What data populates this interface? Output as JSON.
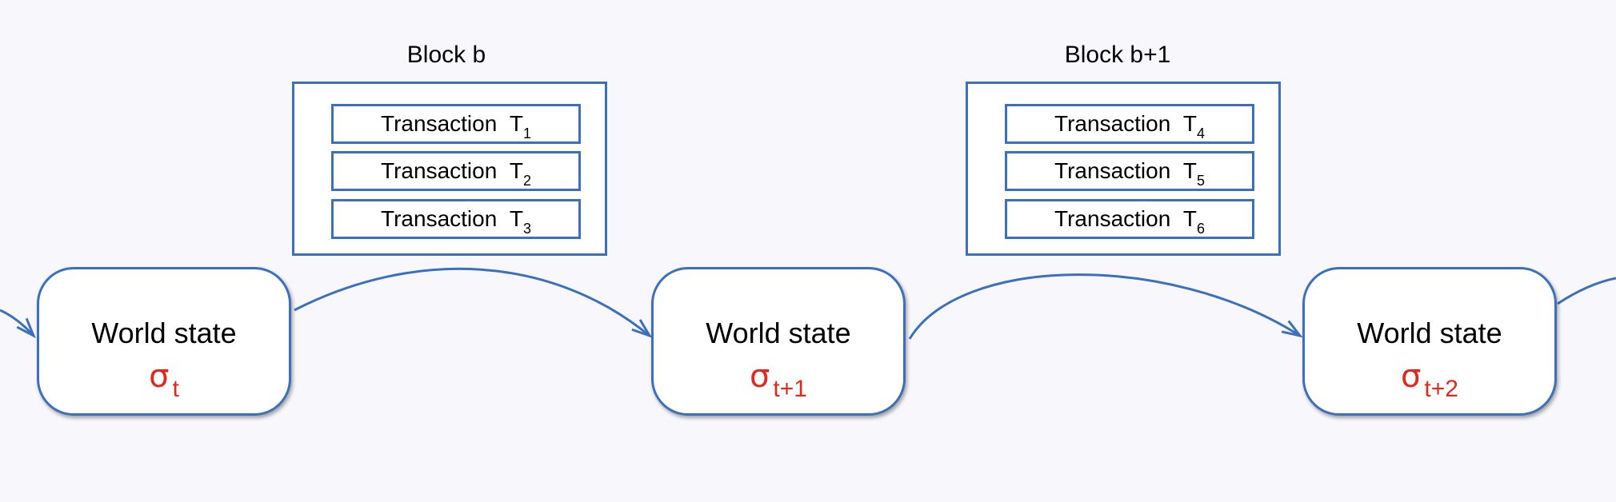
{
  "blocks": [
    {
      "title": "Block b",
      "transactions": [
        {
          "label": "Transaction",
          "symbol": "T",
          "index": "1"
        },
        {
          "label": "Transaction",
          "symbol": "T",
          "index": "2"
        },
        {
          "label": "Transaction",
          "symbol": "T",
          "index": "3"
        }
      ]
    },
    {
      "title": "Block b+1",
      "transactions": [
        {
          "label": "Transaction",
          "symbol": "T",
          "index": "4"
        },
        {
          "label": "Transaction",
          "symbol": "T",
          "index": "5"
        },
        {
          "label": "Transaction",
          "symbol": "T",
          "index": "6"
        }
      ]
    }
  ],
  "states": [
    {
      "label": "World state",
      "symbol": "σ",
      "subscript": "t"
    },
    {
      "label": "World state",
      "symbol": "σ",
      "subscript": "t+1"
    },
    {
      "label": "World state",
      "symbol": "σ",
      "subscript": "t+2"
    }
  ],
  "colors": {
    "outline": "#3a70bd",
    "sigma": "#e0291c",
    "background": "#f8f8fc"
  }
}
